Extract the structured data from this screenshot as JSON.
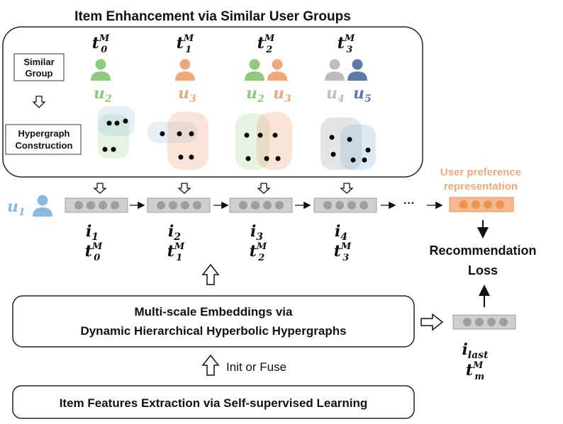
{
  "title": "Item Enhancement via Similar User Groups",
  "left_labels": {
    "similar_group_line1": "Similar",
    "similar_group_line2": "Group",
    "hypergraph_line1": "Hypergraph",
    "hypergraph_line2": "Construction"
  },
  "time_labels": [
    {
      "base": "t",
      "sub": "0",
      "sup": "M"
    },
    {
      "base": "t",
      "sub": "1",
      "sup": "M"
    },
    {
      "base": "t",
      "sub": "2",
      "sup": "M"
    },
    {
      "base": "t",
      "sub": "3",
      "sup": "M"
    }
  ],
  "group_users": [
    [
      {
        "base": "u",
        "sub": "2",
        "color": "#8fc97a"
      }
    ],
    [
      {
        "base": "u",
        "sub": "3",
        "color": "#f0a77a"
      }
    ],
    [
      {
        "base": "u",
        "sub": "2",
        "color": "#8fc97a"
      },
      {
        "base": "u",
        "sub": "3",
        "color": "#f0a77a"
      }
    ],
    [
      {
        "base": "u",
        "sub": "4",
        "color": "#bdbdbd"
      },
      {
        "base": "u",
        "sub": "5",
        "color": "#5b7aa8"
      }
    ]
  ],
  "main_user": {
    "base": "u",
    "sub": "1",
    "color": "#8ab8e0"
  },
  "sequence": [
    {
      "item_base": "i",
      "item_sub": "1",
      "t_base": "t",
      "t_sub": "0",
      "t_sup": "M"
    },
    {
      "item_base": "i",
      "item_sub": "2",
      "t_base": "t",
      "t_sub": "1",
      "t_sup": "M"
    },
    {
      "item_base": "i",
      "item_sub": "3",
      "t_base": "t",
      "t_sub": "2",
      "t_sup": "M"
    },
    {
      "item_base": "i",
      "item_sub": "4",
      "t_base": "t",
      "t_sub": "3",
      "t_sup": "M"
    }
  ],
  "ellipsis": "···",
  "user_pref_line1": "User preference",
  "user_pref_line2": "representation",
  "rec_loss_line1": "Recommendation",
  "rec_loss_line2": "Loss",
  "multiscale_line1": "Multi-scale Embeddings via",
  "multiscale_line2": "Dynamic Hierarchical Hyperbolic Hypergraphs",
  "init_fuse": "Init or Fuse",
  "item_features": "Item Features Extraction via Self-supervised Learning",
  "last_item": {
    "item_base": "i",
    "item_sub": "last",
    "t_base": "t",
    "t_sub": "m",
    "t_sup": "M"
  },
  "colors": {
    "green": "#8fc97a",
    "orange": "#f0a77a",
    "grey_user": "#bdbdbd",
    "blue_user": "#5b7aa8",
    "light_blue": "#8ab8e0",
    "pref_text": "#f0a77a",
    "embed_fill": "#cfcfcf",
    "embed_dot": "#9e9e9e",
    "pref_fill": "#f6b98d",
    "pref_dot": "#ee9152"
  }
}
